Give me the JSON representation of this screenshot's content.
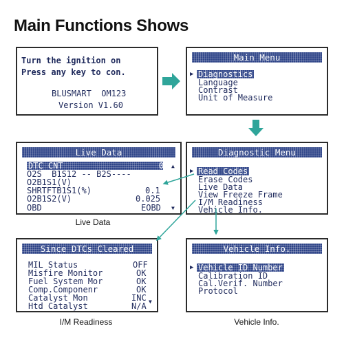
{
  "page_title": "Main Functions Shows",
  "welcome": {
    "line1": "Turn the ignition on",
    "line2": "Press any key to con.",
    "line3": "BLUSMART  OM123",
    "line4": "Version V1.60"
  },
  "main_menu": {
    "title": "Main Menu",
    "items": [
      "Diagnostics",
      "Language",
      "Contrast",
      "Unit of Measure"
    ],
    "selected": 0
  },
  "diagnostic_menu": {
    "title": "Diagnostic Menu",
    "items": [
      "Read Codes",
      "Erase Codes",
      "Live Data",
      "View Freeze Frame",
      "I/M Readiness",
      "Vehicle Info."
    ],
    "selected": 0
  },
  "live_data": {
    "title": "Live Data",
    "rows": [
      {
        "label": "DTC_CNT",
        "value": "0"
      },
      {
        "label": "O2S  B1S12 -- B2S----",
        "value": ""
      },
      {
        "label": "O2B1S1(V)",
        "value": ""
      },
      {
        "label": "SHRTFTB1S1(%)",
        "value": "0.1"
      },
      {
        "label": "O2B1S2(V)",
        "value": "0.025"
      },
      {
        "label": "OBD",
        "value": "EOBD"
      }
    ],
    "caption": "Live Data"
  },
  "since_dtcs": {
    "title": "Since DTCs Cleared",
    "rows": [
      {
        "label": "MIL Status",
        "value": "OFF"
      },
      {
        "label": "Misfire Monitor",
        "value": "OK"
      },
      {
        "label": "Fuel System Mor",
        "value": "OK"
      },
      {
        "label": "Comp.Componenr",
        "value": "OK"
      },
      {
        "label": "Catalyst Mon",
        "value": "INC"
      },
      {
        "label": "Htd Catalyst",
        "value": "N/A"
      }
    ],
    "caption": "I/M Readiness"
  },
  "vehicle_info": {
    "title": "Vehicle Info.",
    "items": [
      "Vehicle ID Number",
      "Calibration ID",
      "Cal.Verif. Number",
      "Protocol"
    ],
    "selected": 0,
    "caption": "Vehicle Info."
  },
  "icons": {
    "pointer": "triangle-right-icon",
    "scroll_up": "arrow-up-icon",
    "scroll_down": "arrow-down-icon",
    "flow_arrow": "teal-arrow-icon"
  },
  "colors": {
    "lcd_text": "#1f2a5c",
    "lcd_header": "#2e4488",
    "arrow": "#2fa59a"
  }
}
